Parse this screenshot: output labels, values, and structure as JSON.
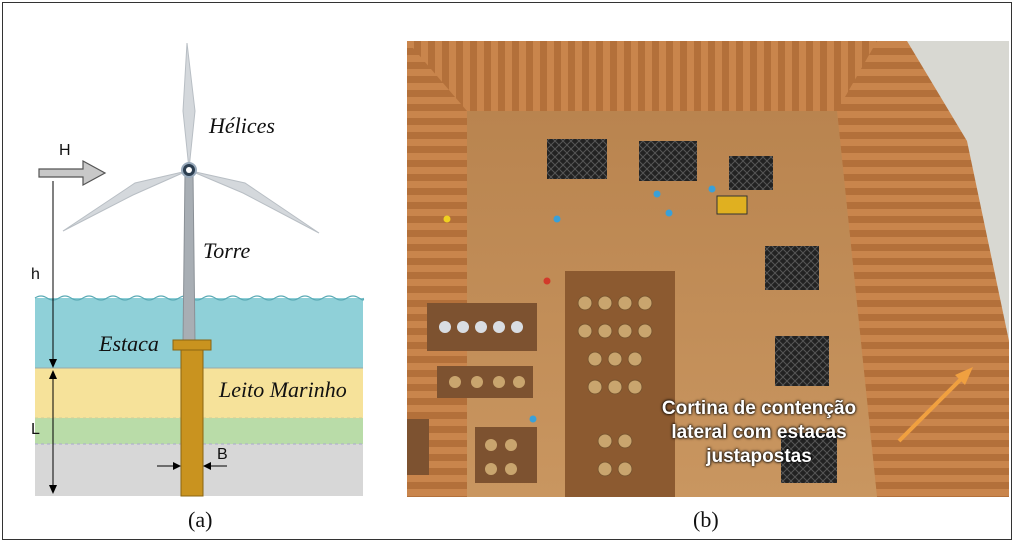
{
  "panel_a": {
    "labels": {
      "helices": "Hélices",
      "torre": "Torre",
      "estaca": "Estaca",
      "leito": "Leito Marinho",
      "H": "H",
      "h": "h",
      "L": "L",
      "B": "B"
    },
    "caption": "(a)"
  },
  "panel_b": {
    "annotation_lines": [
      "Cortina de contenção",
      "lateral com estacas",
      "justapostas"
    ],
    "caption": "(b)"
  },
  "colors": {
    "water": "#8fd0d8",
    "sand": "#f6e29a",
    "green_layer": "#b9dca8",
    "gray_layer": "#d7d7d7",
    "pile": "#c9931f",
    "soil": "#c98f55",
    "arrow_orange": "#f0a040"
  }
}
